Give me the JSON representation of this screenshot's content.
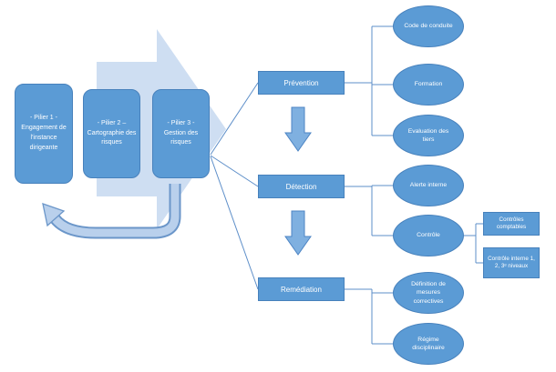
{
  "pillars": [
    {
      "label": "-  Pilier 1 -\nEngagement de l'instance dirigeante"
    },
    {
      "label": "- Pilier 2 –\nCartographie des risques"
    },
    {
      "label": "- Pilier 3 -\nGestion des risques"
    }
  ],
  "stages": [
    {
      "label": "Prévention"
    },
    {
      "label": "Détection"
    },
    {
      "label": "Remédiation"
    }
  ],
  "nodes": [
    {
      "label": "Code de conduite"
    },
    {
      "label": "Formation"
    },
    {
      "label": "Evaluation des tiers"
    },
    {
      "label": "Alerte interne"
    },
    {
      "label": "Contrôle"
    },
    {
      "label": "Définition de mesures correctives"
    },
    {
      "label": "Régime disciplinaire"
    }
  ],
  "controls": [
    {
      "label": "Contrôles comptables"
    },
    {
      "label": "Contrôle interne 1, 2, 3ᵉ niveaux"
    }
  ],
  "colors": {
    "shape_fill": "#5B9BD5",
    "shape_border": "#4781BC",
    "big_arrow_fill": "#CEDEF2",
    "return_arrow_fill": "#B9D0EC",
    "return_arrow_border": "#6B96C9",
    "down_arrow_fill": "#7FB0E0",
    "down_arrow_border": "#4C84C4",
    "connector": "#5E8FC9"
  }
}
